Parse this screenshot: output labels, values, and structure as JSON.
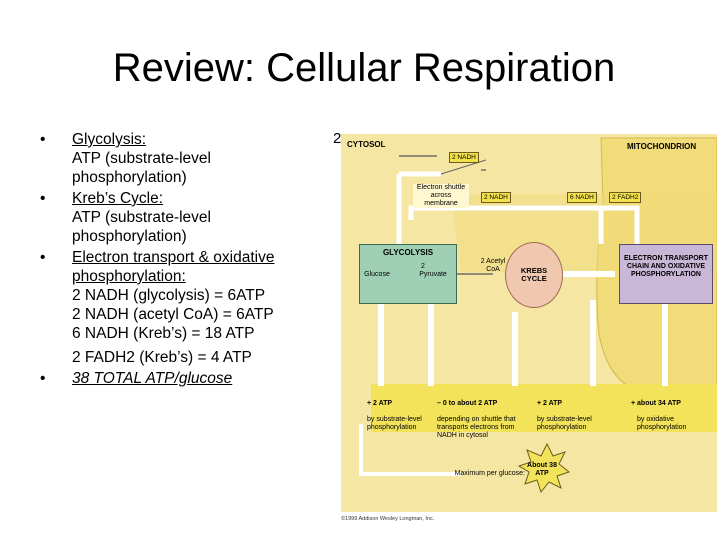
{
  "slide": {
    "title": "Review:  Cellular Respiration",
    "stray_char": "2",
    "bullets": {
      "b1_head": "Glycolysis:",
      "b1_l1": "ATP (substrate-level",
      "b1_l2": "phosphorylation)",
      "b2_head": "Kreb’s Cycle:",
      "b2_l1": "ATP (substrate-level",
      "b2_l2": "phosphorylation)",
      "b3_head1": "Electron transport & oxidative",
      "b3_head2": "phosphorylation:",
      "b3_l1": "2 NADH (glycolysis) = 6ATP",
      "b3_l2": "2 NADH (acetyl CoA) = 6ATP",
      "b3_l3": "6 NADH (Kreb’s) = 18 ATP",
      "b3_l4": "2 FADH2 (Kreb’s) = 4 ATP",
      "b4": "38 TOTAL ATP/glucose",
      "bullet_glyph": "•"
    }
  },
  "diagram": {
    "cytosol": "CYTOSOL",
    "mitochondrion": "MITOCHONDRION",
    "nadh2_top": "2 NADH",
    "shuttle": "Electron shuttle across membrane",
    "nadh2_mid": "2 NADH",
    "nadh6": "6 NADH",
    "fadh2": "2 FADH2",
    "glycolysis": "GLYCOLYSIS",
    "glucose": "Glucose",
    "arrow_2": "2",
    "pyruvate": "Pyruvate",
    "acetyl": "2 Acetyl CoA",
    "krebs": "KREBS CYCLE",
    "etc": "ELECTRON TRANSPORT CHAIN AND OXIDATIVE PHOSPHORYLATION",
    "atp1": "+ 2 ATP",
    "atp2": "– 0 to about 2 ATP",
    "atp3": "+ 2 ATP",
    "atp4": "+ about 34 ATP",
    "sub1": "by substrate-level phosphorylation",
    "sub2": "depending on shuttle that transports electrons from NADH in cytosol",
    "sub3": "by substrate-level phosphorylation",
    "sub4": "by oxidative phosphorylation",
    "max": "Maximum per glucose:",
    "about38": "About 38 ATP",
    "copyright": "©1999 Addison Wesley Longman, Inc."
  },
  "colors": {
    "cytosol_bg": "#f5e7a3",
    "mito_bg": "#f2e08a",
    "yellow_band": "#f3e35a"
  }
}
